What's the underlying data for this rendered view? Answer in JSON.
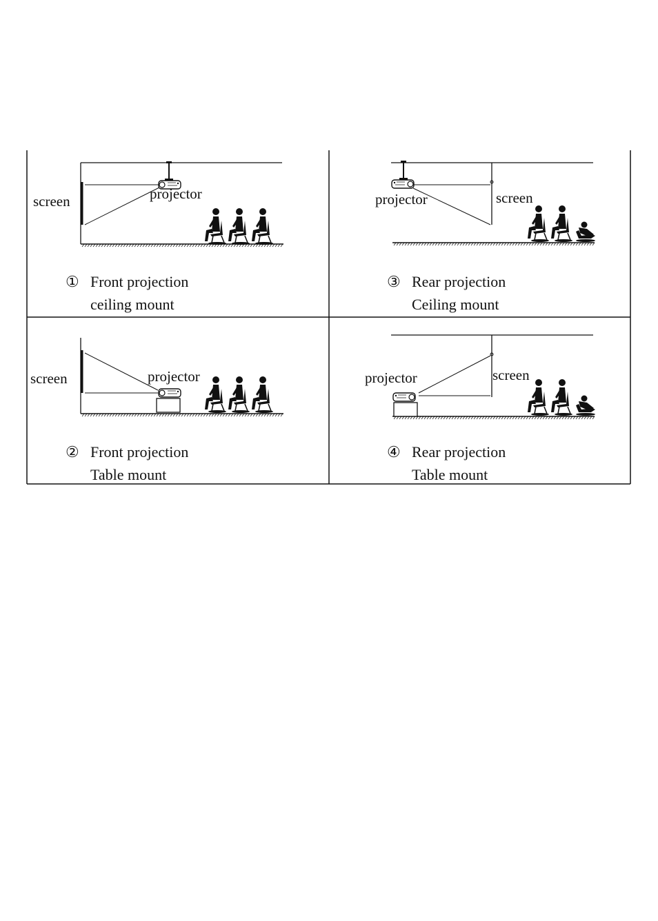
{
  "panels": [
    {
      "id": "front-ceiling",
      "number": "①",
      "title": "Front projection",
      "subtitle": "ceiling mount",
      "screen_label": "screen",
      "projector_label": "projector"
    },
    {
      "id": "front-table",
      "number": "②",
      "title": "Front projection",
      "subtitle": "Table mount",
      "screen_label": "screen",
      "projector_label": "projector"
    },
    {
      "id": "rear-ceiling",
      "number": "③",
      "title": "Rear projection",
      "subtitle": "Ceiling mount",
      "screen_label": "screen",
      "projector_label": "projector"
    },
    {
      "id": "rear-table",
      "number": "④",
      "title": "Rear projection",
      "subtitle": "Table mount",
      "screen_label": "screen",
      "projector_label": "projector"
    }
  ],
  "colors": {
    "line": "#111111",
    "background": "#ffffff"
  }
}
